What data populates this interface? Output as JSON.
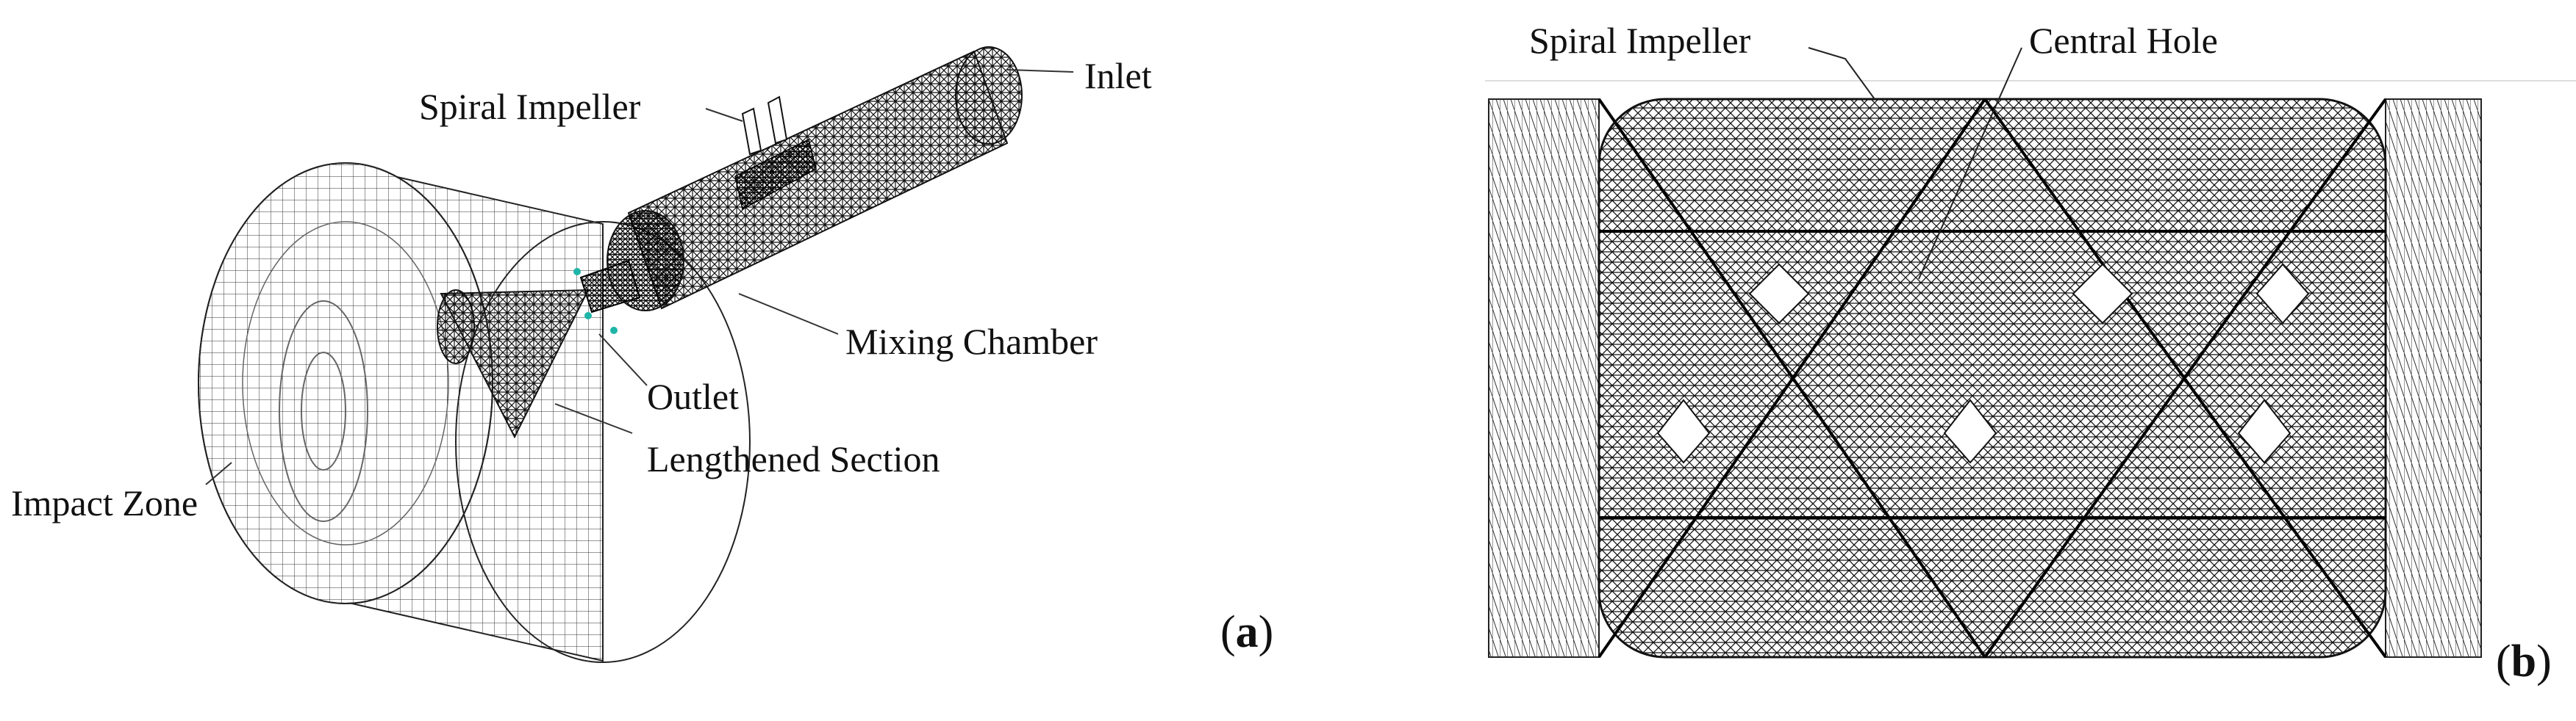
{
  "panel_a": {
    "labels": {
      "inlet": "Inlet",
      "spiral_impeller": "Spiral Impeller",
      "mixing_chamber": "Mixing Chamber",
      "outlet": "Outlet",
      "lengthened_section": "Lengthened Section",
      "impact_zone": "Impact Zone"
    },
    "tag_open": "(",
    "tag_letter": "a",
    "tag_close": ")",
    "outlet_marker_color": "#1fb5a8"
  },
  "panel_b": {
    "labels": {
      "spiral_impeller": "Spiral Impeller",
      "central_hole": "Central Hole"
    },
    "tag_open": "(",
    "tag_letter": "b",
    "tag_close": ")"
  },
  "colors": {
    "mesh": "#1a1a1a",
    "mesh_light": "#555555",
    "background": "#ffffff"
  }
}
